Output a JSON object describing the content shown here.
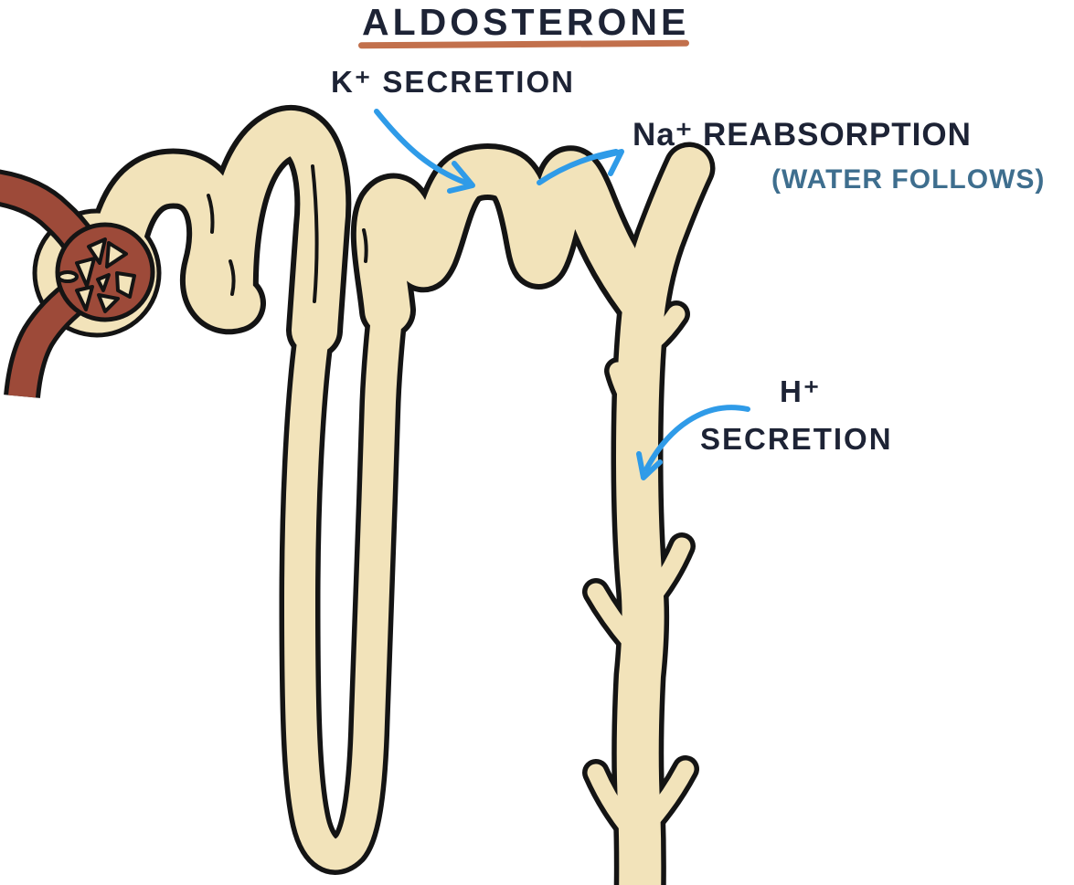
{
  "title": {
    "text": "ALDOSTERONE"
  },
  "labels": {
    "k_secretion": "K⁺ SECRETION",
    "na_reabsorption": "Na⁺ REABSORPTION",
    "water_follows": "(WATER FOLLOWS)",
    "h_ion": "H⁺",
    "h_secretion": "SECRETION"
  },
  "colors": {
    "background": "#ffffff",
    "tubule-fill": "#f2e3ba",
    "tubule-outline": "#141414",
    "glomerulus-red": "#9d4a39",
    "arrow-blue": "#2f9be8",
    "text-navy": "#1d2335",
    "text-teal": "#3e6e8e",
    "underline-orange": "#c2704c"
  }
}
